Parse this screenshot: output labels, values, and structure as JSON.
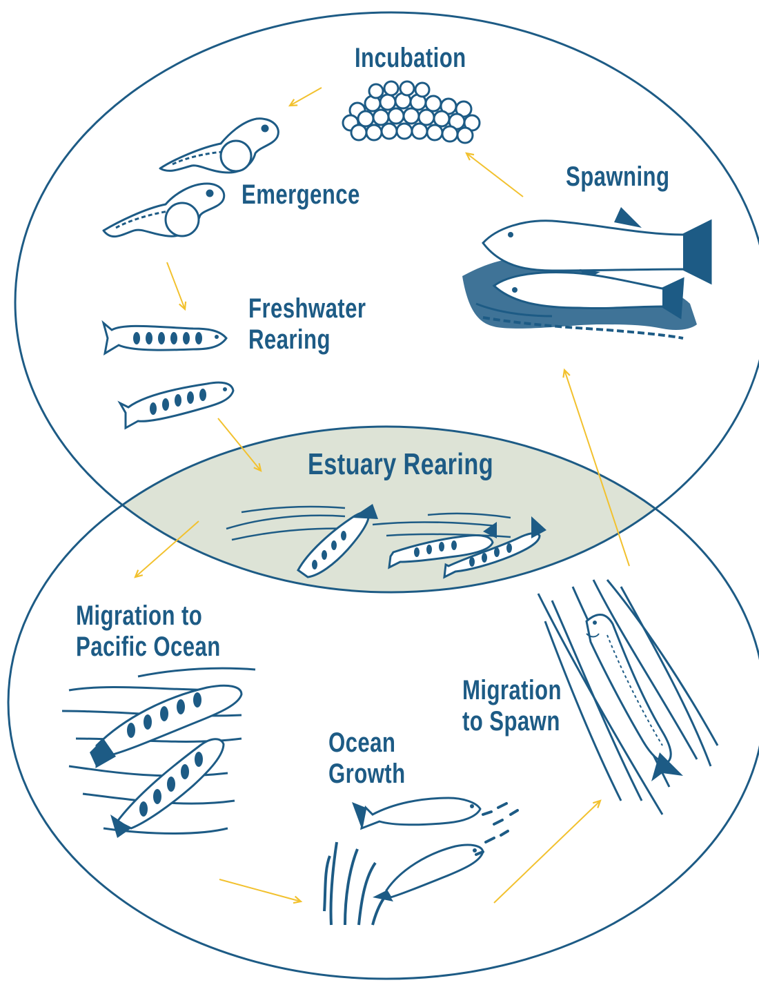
{
  "diagram": {
    "colors": {
      "outline": "#1d5b85",
      "fish": "#1d5b85",
      "estuary_fill": "#dde3d6",
      "arrow": "#f2c12e",
      "background": "#ffffff"
    },
    "stages": [
      {
        "id": "incubation",
        "label": "Incubation"
      },
      {
        "id": "emergence",
        "label": "Emergence"
      },
      {
        "id": "freshwater",
        "label": "Freshwater\nRearing"
      },
      {
        "id": "estuary",
        "label": "Estuary Rearing"
      },
      {
        "id": "migration_ocean",
        "label": "Migration to\nPacific Ocean"
      },
      {
        "id": "ocean_growth",
        "label": "Ocean\nGrowth"
      },
      {
        "id": "migration_spawn",
        "label": "Migration\nto Spawn"
      },
      {
        "id": "spawning",
        "label": "Spawning"
      }
    ],
    "regions": [
      {
        "id": "freshwater-region",
        "icon": "freshwater-ellipse"
      },
      {
        "id": "ocean-region",
        "icon": "ocean-ellipse"
      },
      {
        "id": "estuary-overlap",
        "icon": "estuary-lens"
      }
    ]
  }
}
